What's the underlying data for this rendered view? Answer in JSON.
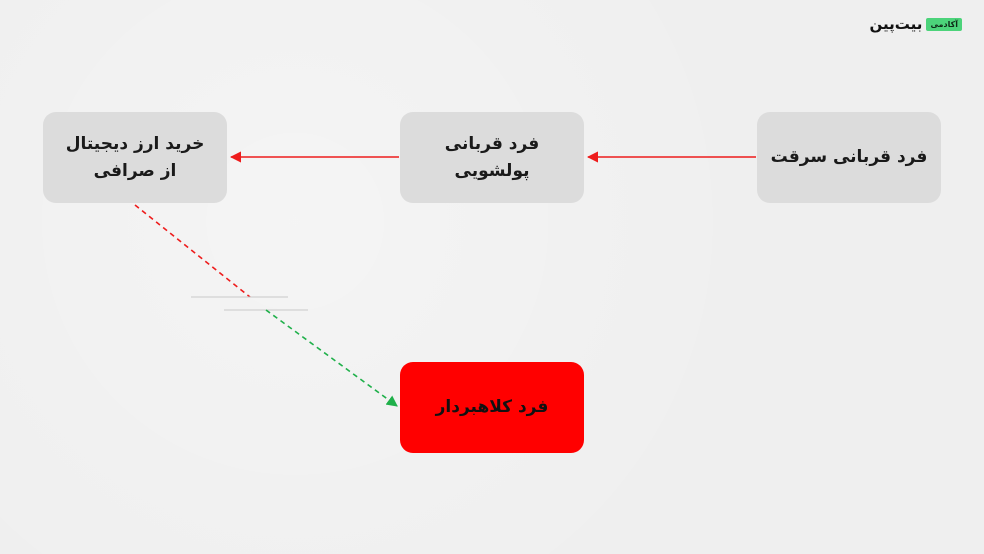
{
  "brand": {
    "name": "بیت‌پین",
    "badge": "آکادمی",
    "badge_color": "#4cd37a"
  },
  "diagram": {
    "nodes": [
      {
        "id": "theft-victim",
        "label": "فرد قربانی سرقت"
      },
      {
        "id": "laundering-victim",
        "label": "فرد قربانی\nپولشویی"
      },
      {
        "id": "buy-crypto",
        "label": "خرید ارز دیجیتال\nاز صرافی"
      },
      {
        "id": "fraudster",
        "label": "فرد کلاهبردار"
      }
    ],
    "edges": [
      {
        "from": "theft-victim",
        "to": "laundering-victim",
        "style": "solid",
        "color": "#ee1c1c"
      },
      {
        "from": "laundering-victim",
        "to": "buy-crypto",
        "style": "solid",
        "color": "#ee1c1c"
      },
      {
        "from": "buy-crypto",
        "to": "fraudster",
        "style": "dashed-red-to-green",
        "color": "#ee1c1c",
        "color_end": "#1fb04a"
      }
    ],
    "colors": {
      "node_fill": "#dcdcdc",
      "highlight_fill": "#ff0000",
      "arrow_red": "#ee1c1c",
      "arrow_green": "#1fb04a"
    }
  }
}
